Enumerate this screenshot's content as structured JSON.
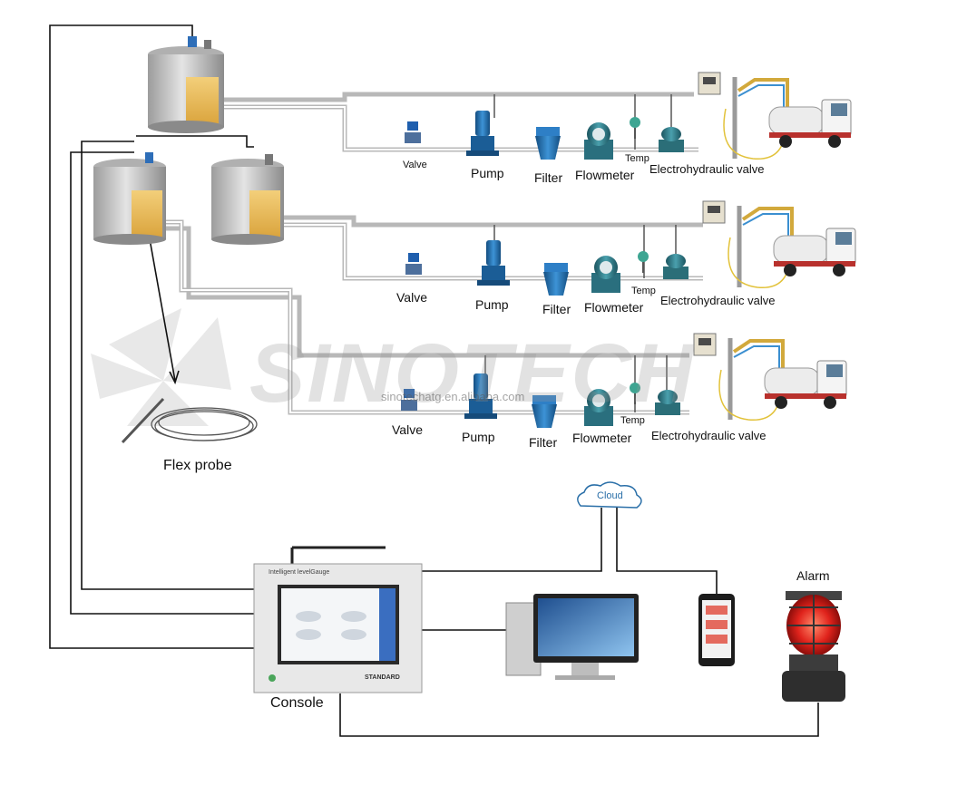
{
  "labels": {
    "valve": "Valve",
    "pump": "Pump",
    "filter": "Filter",
    "flowmeter": "Flowmeter",
    "temp": "Temp",
    "electrohydraulic_valve": "Electrohydraulic valve",
    "flex_probe": "Flex probe",
    "console": "Console",
    "alarm": "Alarm",
    "cloud": "Cloud",
    "console_header": "Intelligent levelGauge",
    "console_brand": "STANDARD"
  },
  "watermark": {
    "logo_text": "SINOTECH",
    "url_text": "sinotechatg.en.alibaba.com"
  },
  "colors": {
    "pipe": "#b8b8b8",
    "wire": "#111111",
    "tank_body": "#c4c4c4",
    "liquid": "#e9b64e",
    "equipment_blue": "#1f6fb2",
    "equipment_teal": "#2d7d8a",
    "alarm_red": "#e0231c",
    "truck_tank": "#e6e6e6",
    "cloud": "#2a6fa8"
  }
}
